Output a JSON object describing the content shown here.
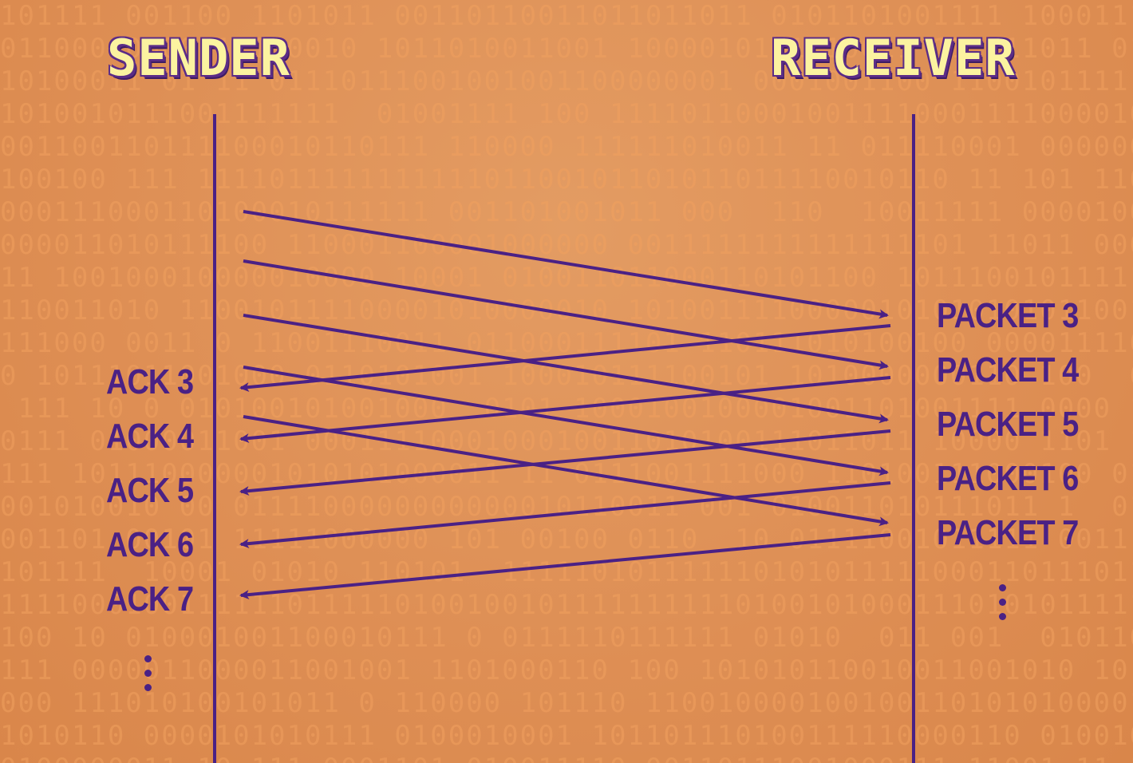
{
  "diagram": {
    "sender_title": "SENDER",
    "receiver_title": "RECEIVER",
    "packets": [
      "PACKET 3",
      "PACKET 4",
      "PACKET 5",
      "PACKET 6",
      "PACKET 7"
    ],
    "acks": [
      "ACK 3",
      "ACK 4",
      "ACK 5",
      "ACK 6",
      "ACK 7"
    ],
    "continuation_mark": "⋮"
  },
  "colors": {
    "background": "#de8f55",
    "binary_text": "#f0a05f",
    "line": "#4a2185",
    "title_fill": "#fbf3a0",
    "title_outline": "#5b2c87"
  },
  "background_pattern": "binary digits 0 and 1"
}
